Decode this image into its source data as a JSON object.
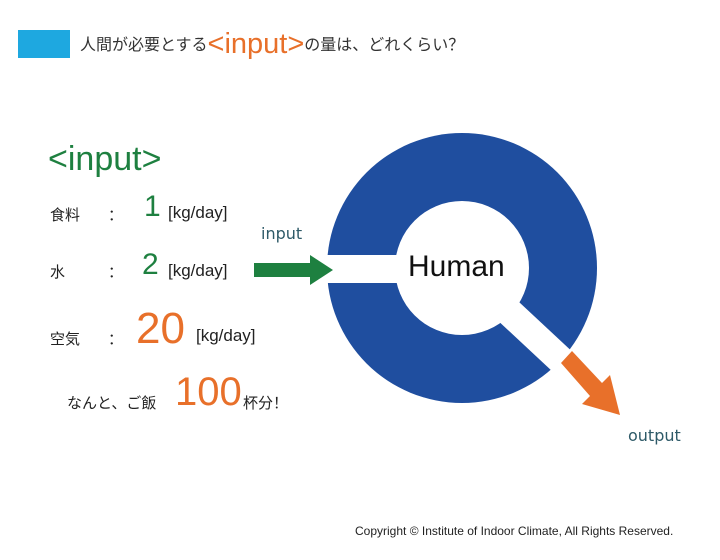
{
  "title": {
    "prefix": "人間が必要とする",
    "highlight": "<input>",
    "suffix": "の量は、どれくらい？"
  },
  "heading": "<input>",
  "rows": [
    {
      "label": "食料",
      "sep": "：",
      "value": "1",
      "unit": "[kg/day]"
    },
    {
      "label": "水",
      "sep": "：",
      "value": "2",
      "unit": "[kg/day]"
    },
    {
      "label": "空気",
      "sep": "：",
      "value": "20",
      "unit": "[kg/day]"
    }
  ],
  "note": {
    "prefix": "なんと、ご飯",
    "value": "100",
    "suffix": "杯分！"
  },
  "diagram": {
    "center_label": "Human",
    "input_label": "input",
    "output_label": "output"
  },
  "colors": {
    "accent_box": "#1ea8e0",
    "ring": "#1f4e9f",
    "input": "#1e8040",
    "output": "#e8702a"
  },
  "copyright": "Copyright © Institute of Indoor Climate, All Rights Reserved."
}
